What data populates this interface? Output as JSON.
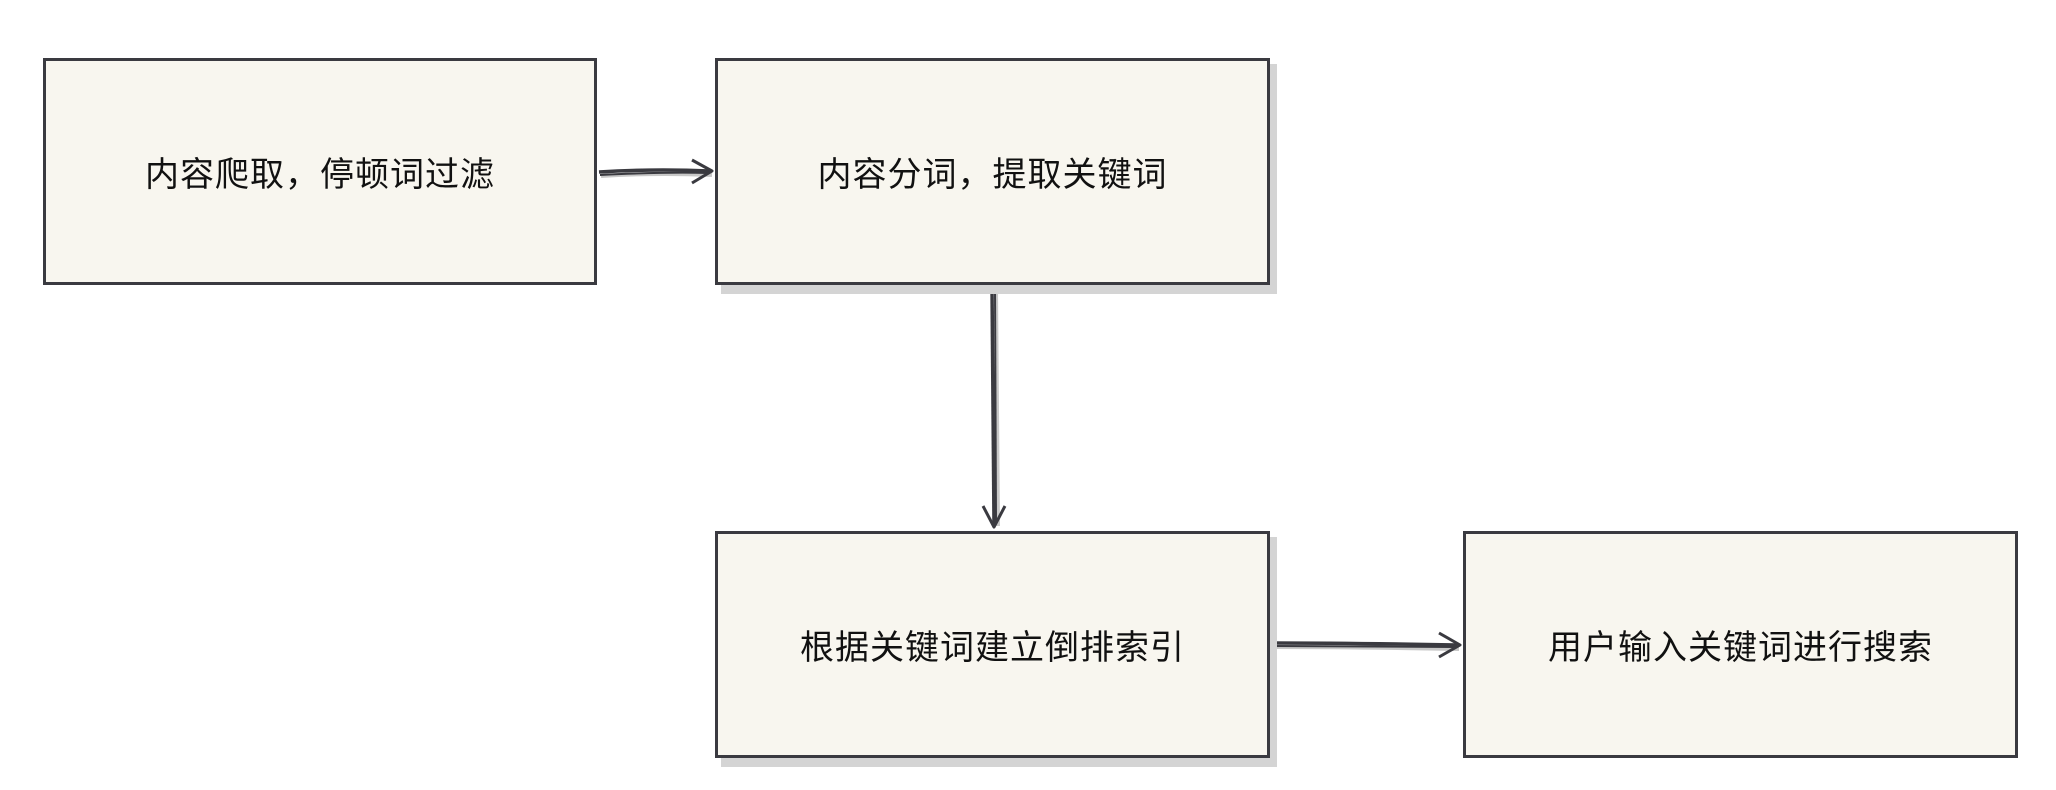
{
  "diagram": {
    "nodes": [
      {
        "id": "crawl",
        "label": "内容爬取，停顿词过滤"
      },
      {
        "id": "seg",
        "label": "内容分词，提取关键词"
      },
      {
        "id": "index",
        "label": "根据关键词建立倒排索引"
      },
      {
        "id": "search",
        "label": "用户输入关键词进行搜索"
      }
    ],
    "edges": [
      {
        "from": "crawl",
        "to": "seg"
      },
      {
        "from": "seg",
        "to": "index"
      },
      {
        "from": "index",
        "to": "search"
      }
    ],
    "colors": {
      "box_fill": "#f8f6ef",
      "stroke": "#3a3a40",
      "shadow": "#d4d4d4",
      "text": "#111111"
    }
  }
}
